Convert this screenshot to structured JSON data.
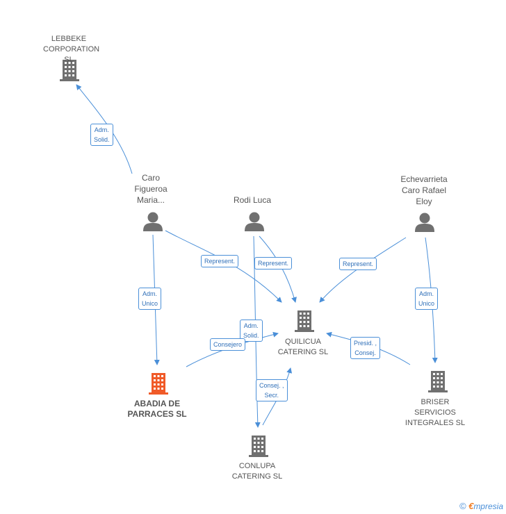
{
  "colors": {
    "edge": "#4a8fd8",
    "building": "#707070",
    "building_main": "#f05a28",
    "person": "#707070",
    "label": "#555555"
  },
  "nodes": {
    "lebbeke": {
      "label": "LEBBEKE\nCORPORATION SL",
      "icon": "building-icon"
    },
    "caro": {
      "label": "Caro\nFigueroa\nMaria...",
      "icon": "person-icon"
    },
    "rodi": {
      "label": "Rodi Luca",
      "icon": "person-icon"
    },
    "echevarrieta": {
      "label": "Echevarrieta\nCaro Rafael\nEloy",
      "icon": "person-icon"
    },
    "quilicua": {
      "label": "QUILICUA\nCATERING  SL",
      "icon": "building-icon"
    },
    "abadia": {
      "label": "ABADIA DE\nPARRACES SL",
      "icon": "building-icon"
    },
    "conlupa": {
      "label": "CONLUPA\nCATERING  SL",
      "icon": "building-icon"
    },
    "briser": {
      "label": "BRISER\nSERVICIOS\nINTEGRALES SL",
      "icon": "building-icon"
    }
  },
  "edges": {
    "caro_lebbeke": "Adm.\nSolid.",
    "caro_quilicua": "Represent.",
    "rodi_quilicua": "Represent.",
    "echev_quilicua": "Represent.",
    "caro_abadia": "Adm.\nUnico",
    "echev_briser": "Adm.\nUnico",
    "rodi_conlupa": "Adm.\nSolid.",
    "abadia_quilicua": "Consejero",
    "conlupa_quilicua": "Consej. ,\nSecr.",
    "briser_quilicua": "Presid. ,\nConsej."
  },
  "footer": {
    "copyright_symbol": "©",
    "brand_initial": "€",
    "brand_rest": "mpresia"
  }
}
